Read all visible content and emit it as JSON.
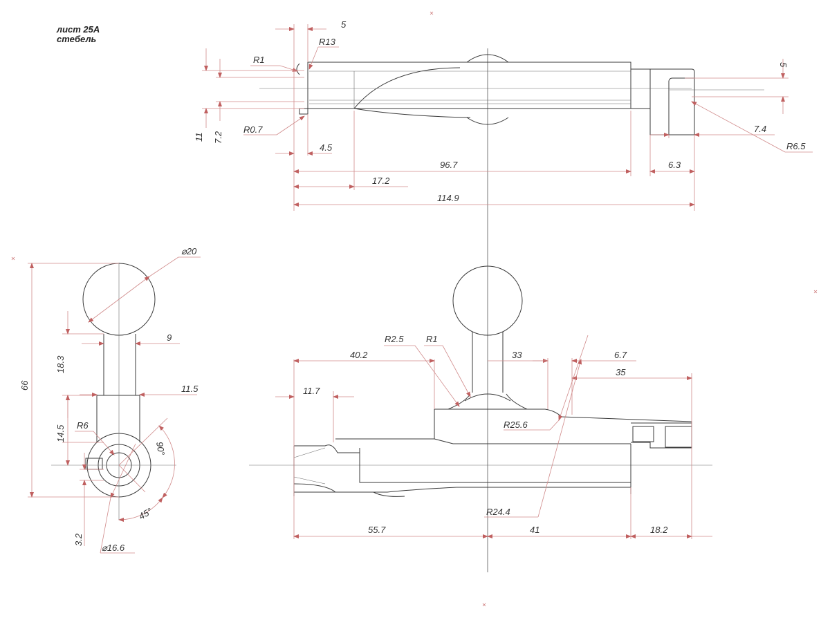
{
  "title": {
    "sheet": "лист 25А",
    "part": "стебель"
  },
  "top_view": {
    "dims": {
      "d5_top": "5",
      "r13": "R13",
      "r1": "R1",
      "r07": "R0.7",
      "d11": "11",
      "d72": "7.2",
      "d45": "4.5",
      "d967": "96.7",
      "d63": "6.3",
      "d172": "17.2",
      "d1149": "114.9",
      "d5_right": "5",
      "d74": "7.4",
      "r65": "R6.5"
    }
  },
  "side_view": {
    "dims": {
      "dia20": "⌀20",
      "d66": "66",
      "d183": "18.3",
      "d9": "9",
      "d115": "11.5",
      "d145": "14.5",
      "r6": "R6",
      "a90": "90°",
      "a45": "45°",
      "d32": "3.2",
      "dia166": "⌀16.6"
    }
  },
  "front_view": {
    "dims": {
      "r25": "R2.5",
      "r1": "R1",
      "d402": "40.2",
      "d33": "33",
      "d67": "6.7",
      "d35": "35",
      "d117": "11.7",
      "r256": "R25.6",
      "r244": "R24.4",
      "d557": "55.7",
      "d41": "41",
      "d182": "18.2"
    }
  }
}
